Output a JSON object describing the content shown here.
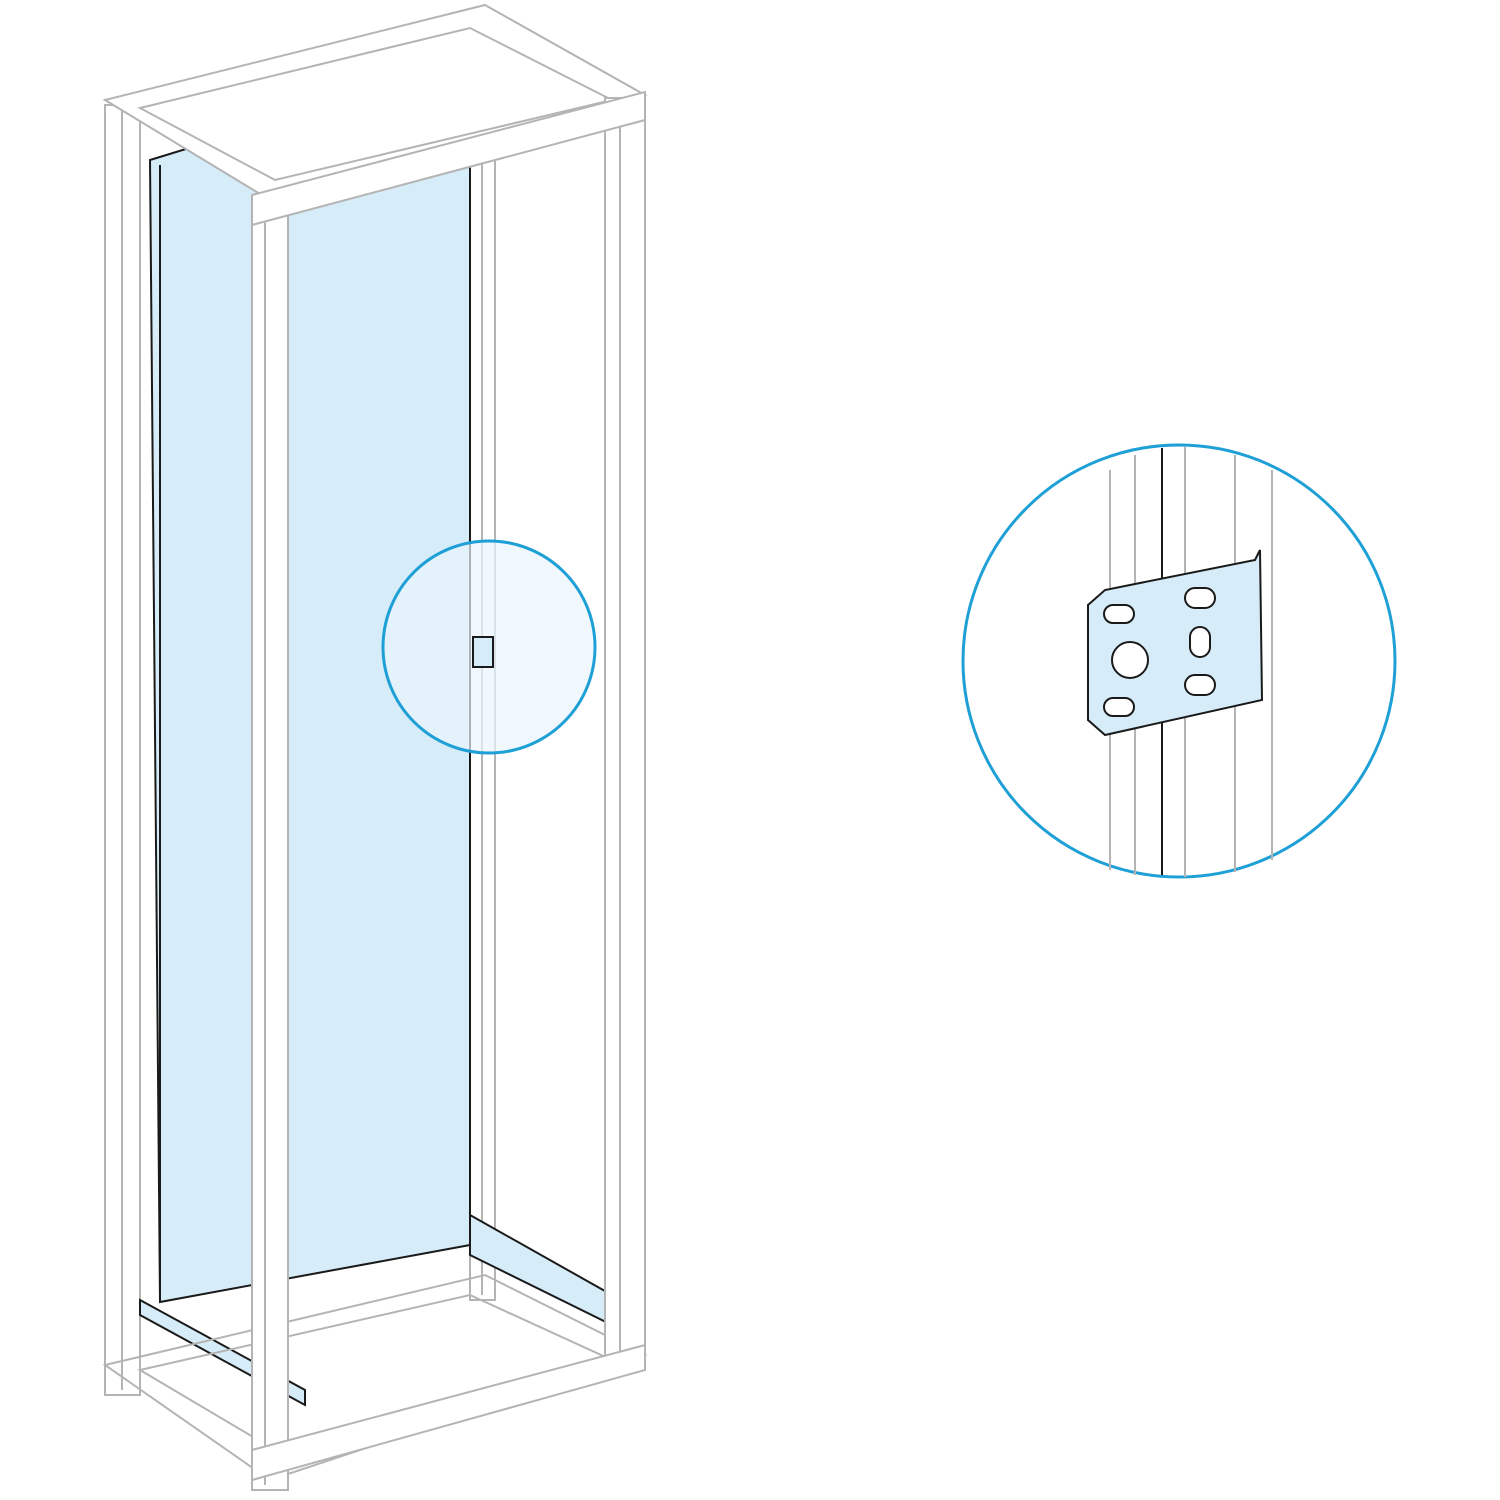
{
  "colors": {
    "frame": "#b4b4b4",
    "panel": "#d6ecf8",
    "callout_circle": "#1ea0d6",
    "callout_fill": "#eaf5fc",
    "line": "#1a1a1a"
  },
  "icons": [
    "enclosure-frame",
    "mounting-plate",
    "mounting-bracket-detail"
  ]
}
